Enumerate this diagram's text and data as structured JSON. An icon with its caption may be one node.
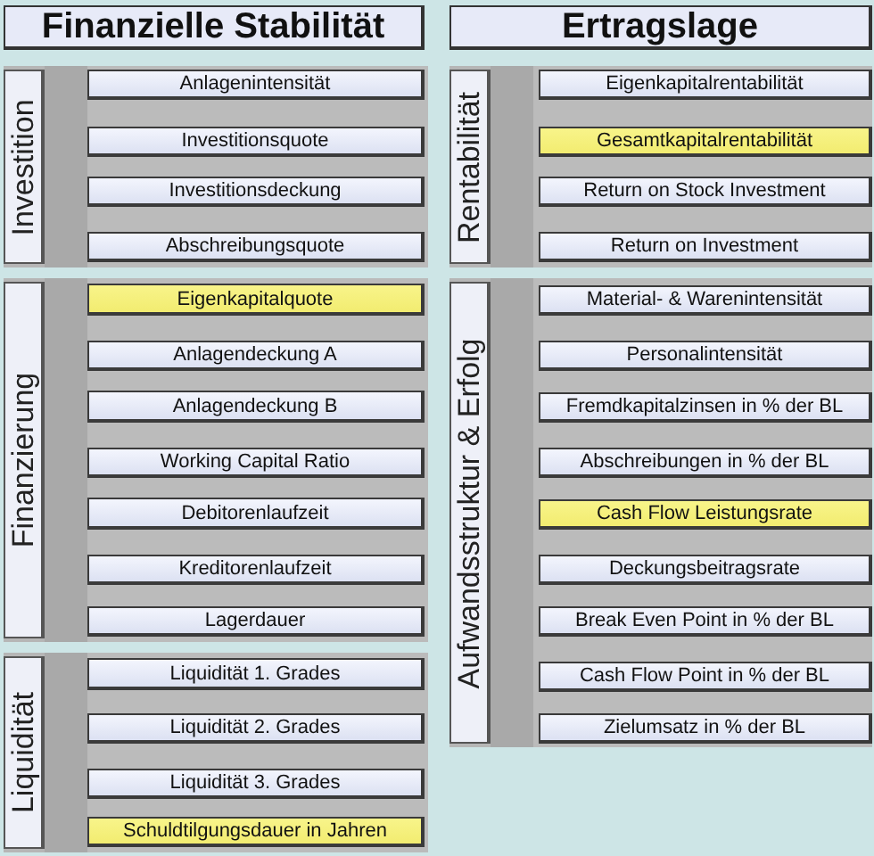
{
  "diagram": {
    "nodes": [
      {
        "text": [
          "Finanzielle Stabilität"
        ]
      },
      {
        "text": [
          "Investition"
        ]
      },
      {
        "text": [
          "Anlagenintensität"
        ],
        "in": 1
      },
      {
        "text": [
          "Investitionsquote"
        ],
        "in": 1
      },
      {
        "text": [
          "Investitionsdeckung"
        ],
        "in": 1
      },
      {
        "text": [
          "Abschreibungsquote"
        ],
        "in": 1
      },
      {
        "text": [
          "Finanzierung"
        ]
      },
      {
        "text": [
          "Eigenkapitalquote"
        ],
        "in": 6
      },
      {
        "text": [
          "Anlagendeckung A"
        ],
        "in": 6
      },
      {
        "text": [
          "Anlagendeckung B"
        ],
        "in": 6
      },
      {
        "text": [
          "Working Capital Ratio"
        ],
        "in": 6
      },
      {
        "text": [
          "Debitorenlaufzeit"
        ],
        "in": 6
      },
      {
        "text": [
          "Kreditorenlaufzeit"
        ],
        "in": 6
      },
      {
        "text": [
          "Lagerdauer"
        ],
        "in": 6
      },
      {
        "text": [
          "Liquidität"
        ]
      },
      {
        "text": [
          "Liquidität 1. Grades"
        ],
        "in": 14
      },
      {
        "text": [
          "Liquidität 2. Grades"
        ],
        "in": 14
      },
      {
        "text": [
          "Liquidität 3. Grades"
        ],
        "in": 14
      },
      {
        "text": [
          "Schuldtilgungsdauer in Jahren"
        ],
        "in": 14
      },
      {
        "text": [
          "Ertragslage"
        ]
      },
      {
        "text": [
          "Rentabilität"
        ]
      },
      {
        "text": [
          "Eigenkapitalrentabilität"
        ],
        "in": 20
      },
      {
        "text": [
          "Gesamtkapitalrentabilität"
        ],
        "in": 20
      },
      {
        "text": [
          "Return on Stock Investment"
        ],
        "in": 20
      },
      {
        "text": [
          "Return on Investment"
        ],
        "in": 20
      },
      {
        "text": [
          "Aufwandsstruktur & Erfolg"
        ]
      },
      {
        "text": [
          "Material- & Warenintensität"
        ],
        "in": 25
      },
      {
        "text": [
          "Personalintensität"
        ],
        "in": 25
      },
      {
        "text": [
          "Fremdkapitalzinsen in % der BL"
        ],
        "in": 25
      },
      {
        "text": [
          "Abschreibungen in % der BL"
        ],
        "in": 25
      },
      {
        "text": [
          "Cash Flow Leistungsrate"
        ],
        "in": 25
      },
      {
        "text": [
          "Deckungsbeitragsrate"
        ],
        "in": 25
      },
      {
        "text": [
          "Break Even Point in % der BL"
        ],
        "in": 25
      },
      {
        "text": [
          "Cash Flow Point in % der BL"
        ],
        "in": 25
      },
      {
        "text": [
          "Zielumsatz in % der BL"
        ],
        "in": 25
      }
    ]
  }
}
